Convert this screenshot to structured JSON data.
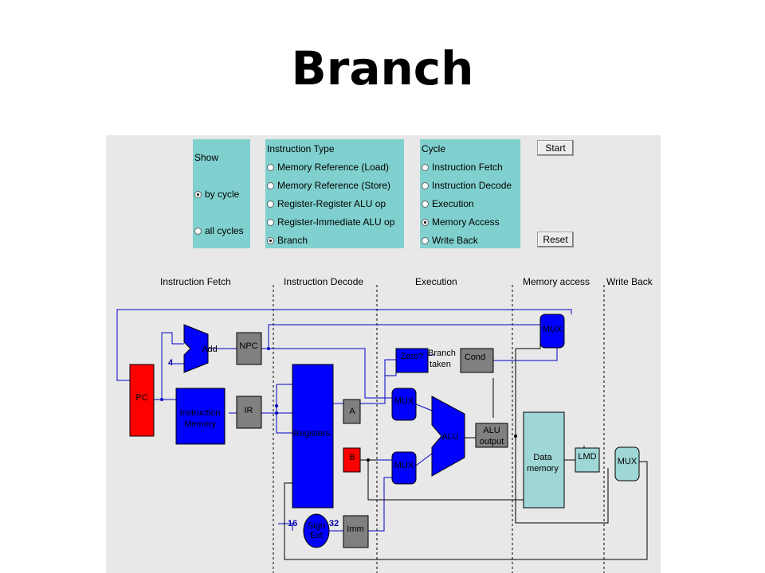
{
  "title": "Branch",
  "show": {
    "heading": "Show",
    "options": [
      {
        "label": "by cycle",
        "selected": true
      },
      {
        "label": "all cycles",
        "selected": false
      }
    ]
  },
  "instruction_type": {
    "heading": "Instruction Type",
    "options": [
      {
        "label": "Memory Reference (Load)",
        "selected": false
      },
      {
        "label": "Memory Reference (Store)",
        "selected": false
      },
      {
        "label": "Register-Register ALU op",
        "selected": false
      },
      {
        "label": "Register-Immediate ALU op",
        "selected": false
      },
      {
        "label": "Branch",
        "selected": true
      }
    ]
  },
  "cycle": {
    "heading": "Cycle",
    "options": [
      {
        "label": "Instruction Fetch",
        "selected": false
      },
      {
        "label": "Instruction Decode",
        "selected": false
      },
      {
        "label": "Execution",
        "selected": false
      },
      {
        "label": "Memory Access",
        "selected": true
      },
      {
        "label": "Write Back",
        "selected": false
      }
    ]
  },
  "buttons": {
    "start": "Start",
    "reset": "Reset"
  },
  "stages": {
    "fetch": "Instruction Fetch",
    "decode": "Instruction Decode",
    "execution": "Execution",
    "memory": "Memory access",
    "writeback": "Write Back"
  },
  "diagram": {
    "pc": "PC",
    "add": "Add",
    "four": "4",
    "npc": "NPC",
    "imem_line1": "Instruction",
    "imem_line2": "Memory",
    "ir": "IR",
    "registers": "Registers",
    "a": "A",
    "b": "B",
    "imm": "Imm",
    "sign_line1": "Sign",
    "sign_line2": "Ext",
    "bits16": "16",
    "bits32": "32",
    "zero": "Zero?",
    "branch_line1": "Branch",
    "branch_line2": "taken",
    "cond": "Cond",
    "mux": "MUX",
    "alu": "ALU",
    "aluout_line1": "ALU",
    "aluout_line2": "output",
    "dmem_line1": "Data",
    "dmem_line2": "memory",
    "lmd": "LMD"
  },
  "colors": {
    "active": "#0000ff",
    "highlight": "#ff0000",
    "register": "#808080",
    "memory": "#9fd6d6",
    "panel": "#7fd0ce"
  }
}
